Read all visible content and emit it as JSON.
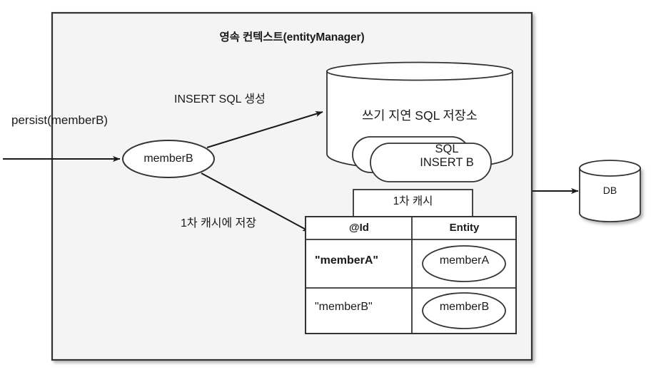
{
  "diagram": {
    "title": "영속 컨텍스트(entityManager)",
    "colors": {
      "page_background": "#ffffff",
      "context_fill": "#f4f4f4",
      "shape_fill": "#ffffff",
      "stroke": "#333333",
      "text": "#1a1a1a"
    }
  },
  "incoming": {
    "call_label": "persist(memberB)"
  },
  "entity_node": {
    "label": "memberB"
  },
  "edges": {
    "to_sql_store": "INSERT SQL 생성",
    "to_first_cache": "1차 캐시에 저장"
  },
  "sql_store": {
    "title": "쓰기 지연 SQL 저장소",
    "queued_sql": {
      "line1": "SQL",
      "line2": "INSERT B"
    }
  },
  "first_cache": {
    "header": "1차 캐시",
    "columns": [
      "@Id",
      "Entity"
    ],
    "rows": [
      {
        "id": "\"memberA\"",
        "entity": "memberA",
        "bold": true
      },
      {
        "id": "\"memberB\"",
        "entity": "memberB",
        "bold": false
      }
    ]
  },
  "database": {
    "label": "DB"
  }
}
